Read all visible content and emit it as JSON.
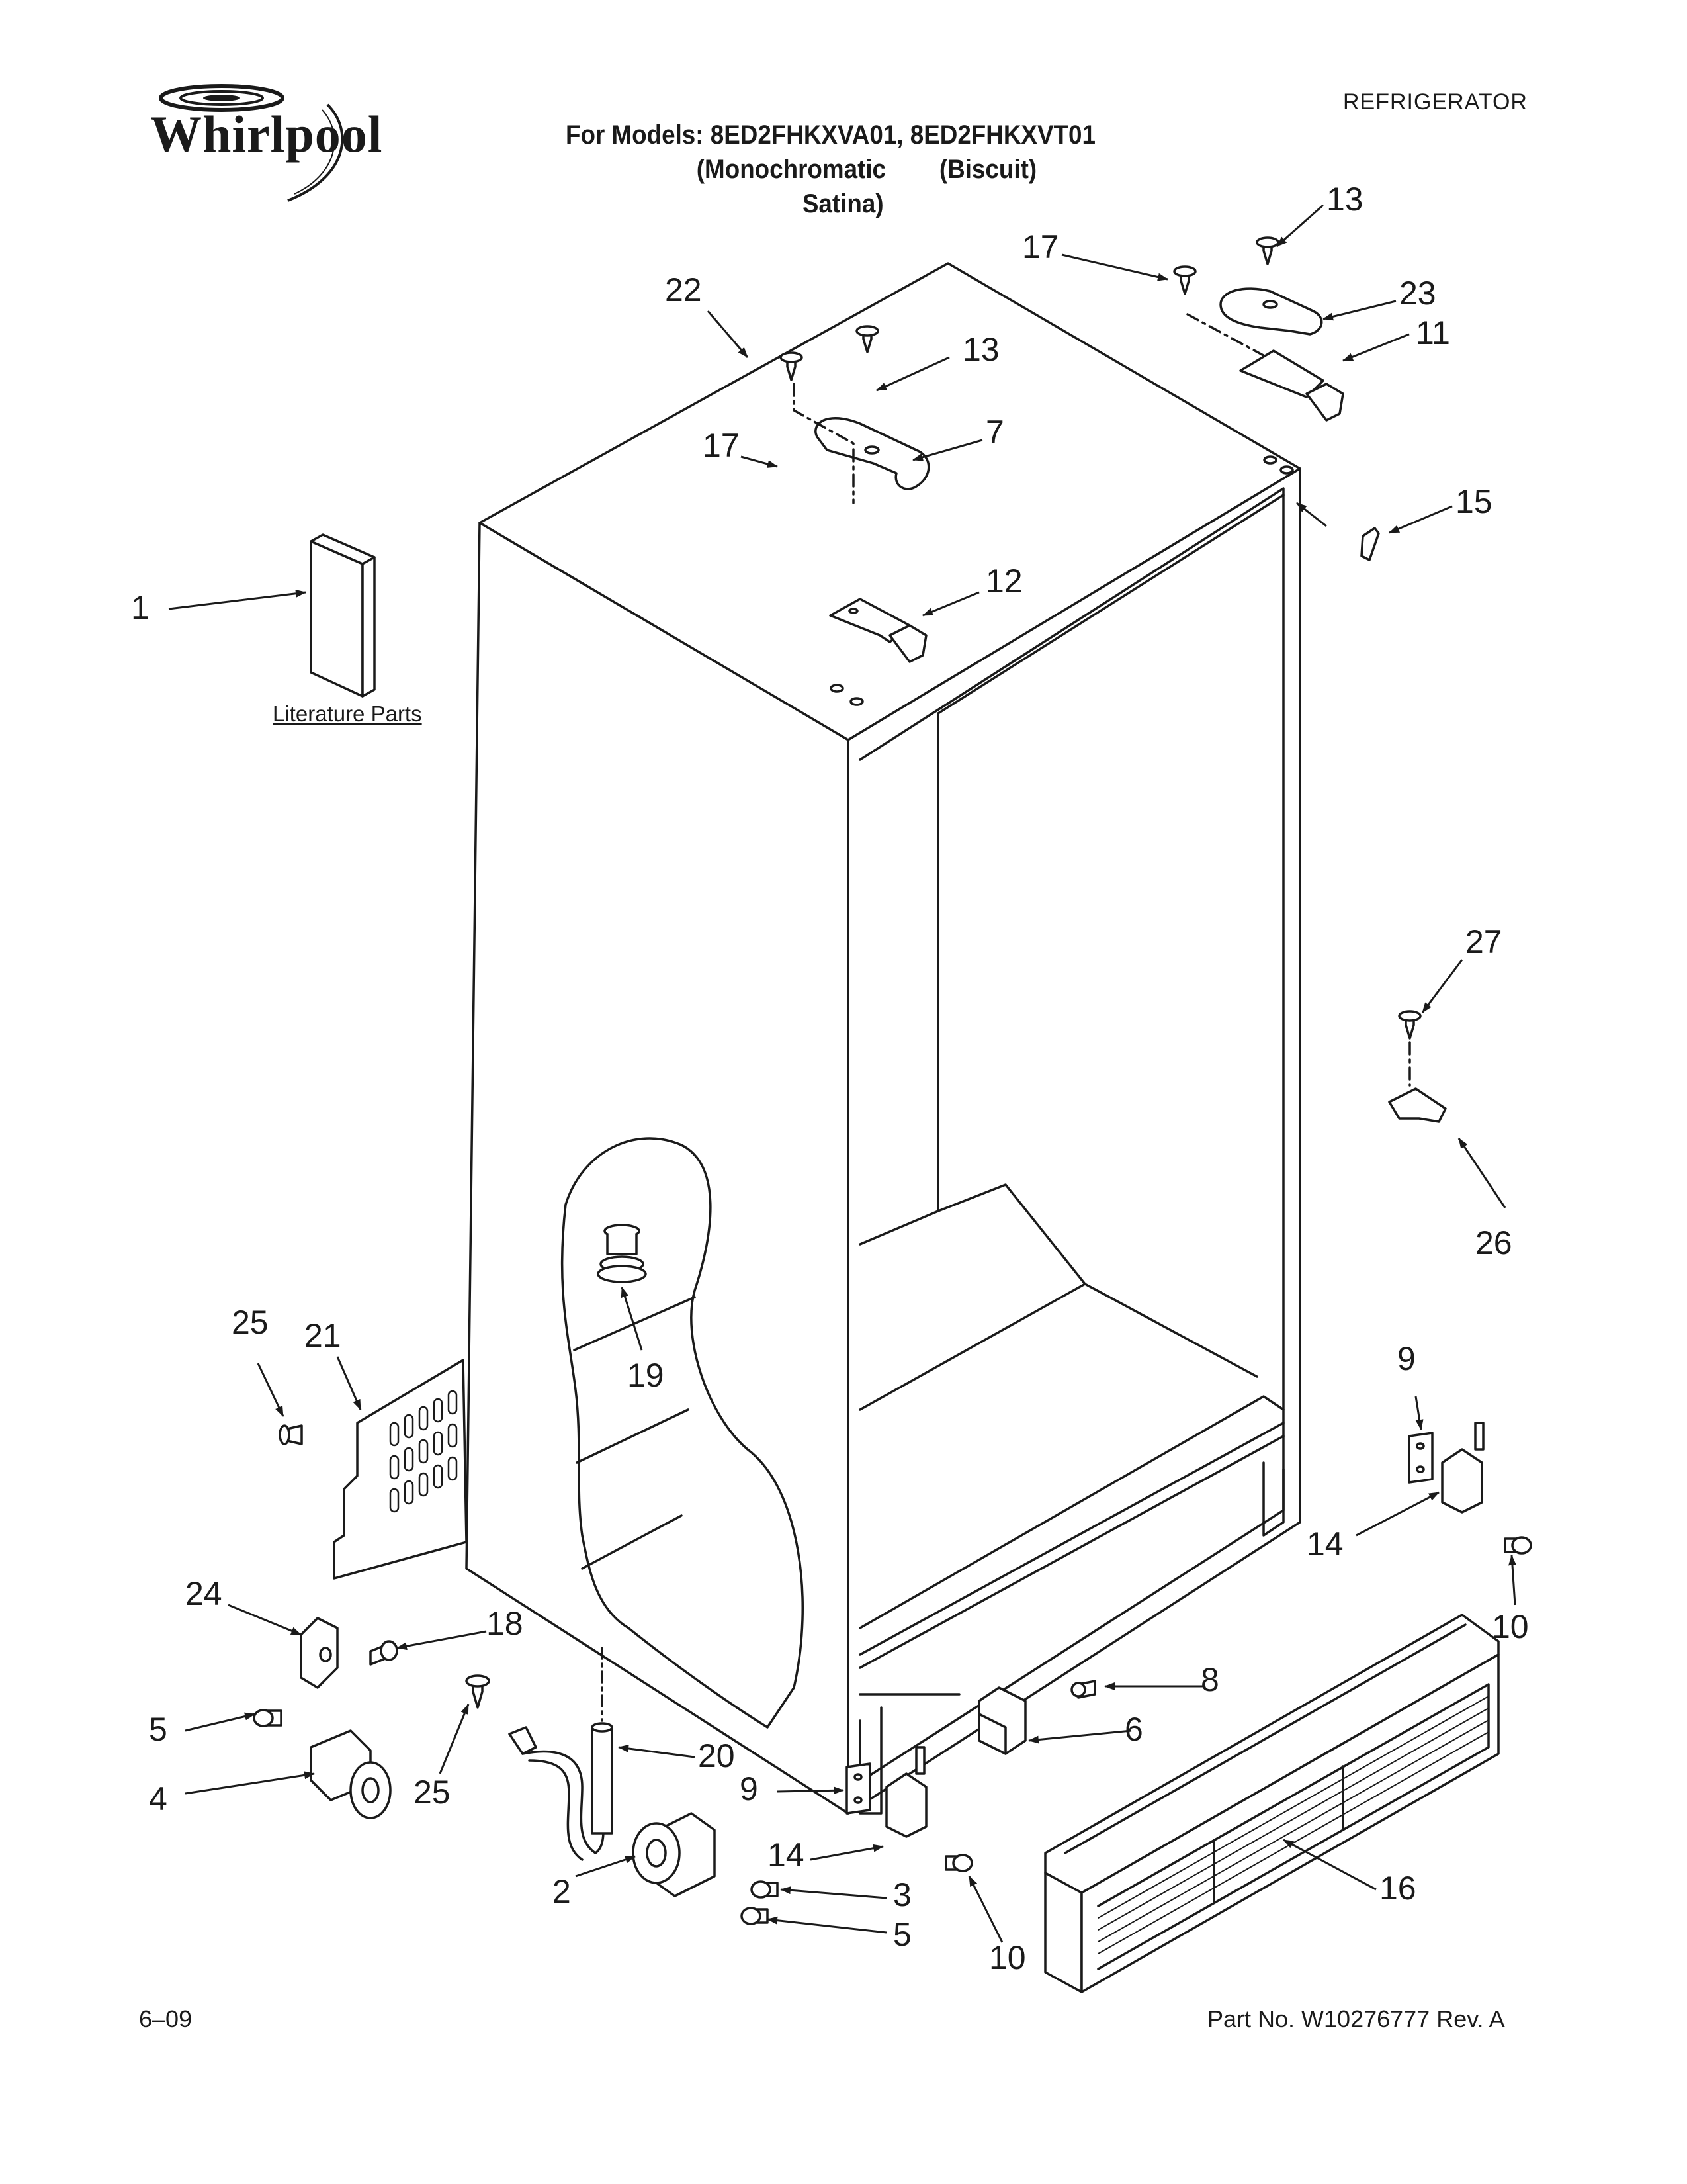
{
  "brand": {
    "name": "Whirlpool"
  },
  "header": {
    "category": "REFRIGERATOR",
    "models_line": "For Models: 8ED2FHKXVA01, 8ED2FHKXVT01",
    "color1_line1": "(Monochromatic",
    "color1_line2": "Satina)",
    "color2": "(Biscuit)"
  },
  "literature_label": "Literature Parts",
  "footer": {
    "date": "6–09",
    "part_number": "Part No. W10276777 Rev. A"
  },
  "callouts": [
    "1",
    "2",
    "3",
    "4",
    "5",
    "5",
    "6",
    "7",
    "8",
    "9",
    "9",
    "10",
    "10",
    "11",
    "12",
    "13",
    "13",
    "14",
    "14",
    "15",
    "16",
    "17",
    "17",
    "18",
    "19",
    "20",
    "21",
    "22",
    "23",
    "24",
    "25",
    "25",
    "26",
    "27"
  ],
  "colors": {
    "ink": "#1a1a1a",
    "paper": "#ffffff"
  }
}
